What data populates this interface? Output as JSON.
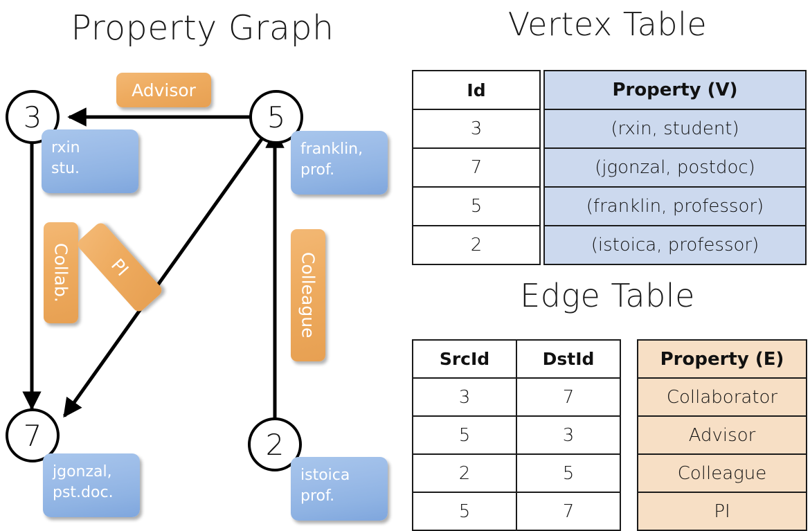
{
  "titles": {
    "property_graph": "Property Graph",
    "vertex_table": "Vertex Table",
    "edge_table": "Edge Table"
  },
  "colors": {
    "vertex_property_fill": "#ccd9ee",
    "edge_property_fill": "#f7dfc5",
    "node_property_box": "#8fb3e3",
    "edge_label_box": "#eeab5f",
    "stroke": "#1a1a1a"
  },
  "graph": {
    "nodes": [
      {
        "id": "3",
        "property_lines": [
          "rxin",
          "stu."
        ]
      },
      {
        "id": "5",
        "property_lines": [
          "franklin,",
          "prof."
        ]
      },
      {
        "id": "7",
        "property_lines": [
          "jgonzal,",
          "pst.doc."
        ]
      },
      {
        "id": "2",
        "property_lines": [
          "istoica",
          "prof."
        ]
      }
    ],
    "edge_labels": [
      {
        "name": "advisor",
        "text": "Advisor"
      },
      {
        "name": "collab",
        "text": "Collab."
      },
      {
        "name": "pi",
        "text": "PI"
      },
      {
        "name": "colleague",
        "text": "Colleague"
      }
    ]
  },
  "vertex_table": {
    "headers": {
      "id": "Id",
      "property": "Property (V)"
    },
    "rows": [
      {
        "id": "3",
        "property": "(rxin, student)"
      },
      {
        "id": "7",
        "property": "(jgonzal, postdoc)"
      },
      {
        "id": "5",
        "property": "(franklin, professor)"
      },
      {
        "id": "2",
        "property": "(istoica, professor)"
      }
    ]
  },
  "edge_table": {
    "headers": {
      "src": "SrcId",
      "dst": "DstId",
      "property": "Property (E)"
    },
    "rows": [
      {
        "src": "3",
        "dst": "7",
        "property": "Collaborator"
      },
      {
        "src": "5",
        "dst": "3",
        "property": "Advisor"
      },
      {
        "src": "2",
        "dst": "5",
        "property": "Colleague"
      },
      {
        "src": "5",
        "dst": "7",
        "property": "PI"
      }
    ]
  }
}
